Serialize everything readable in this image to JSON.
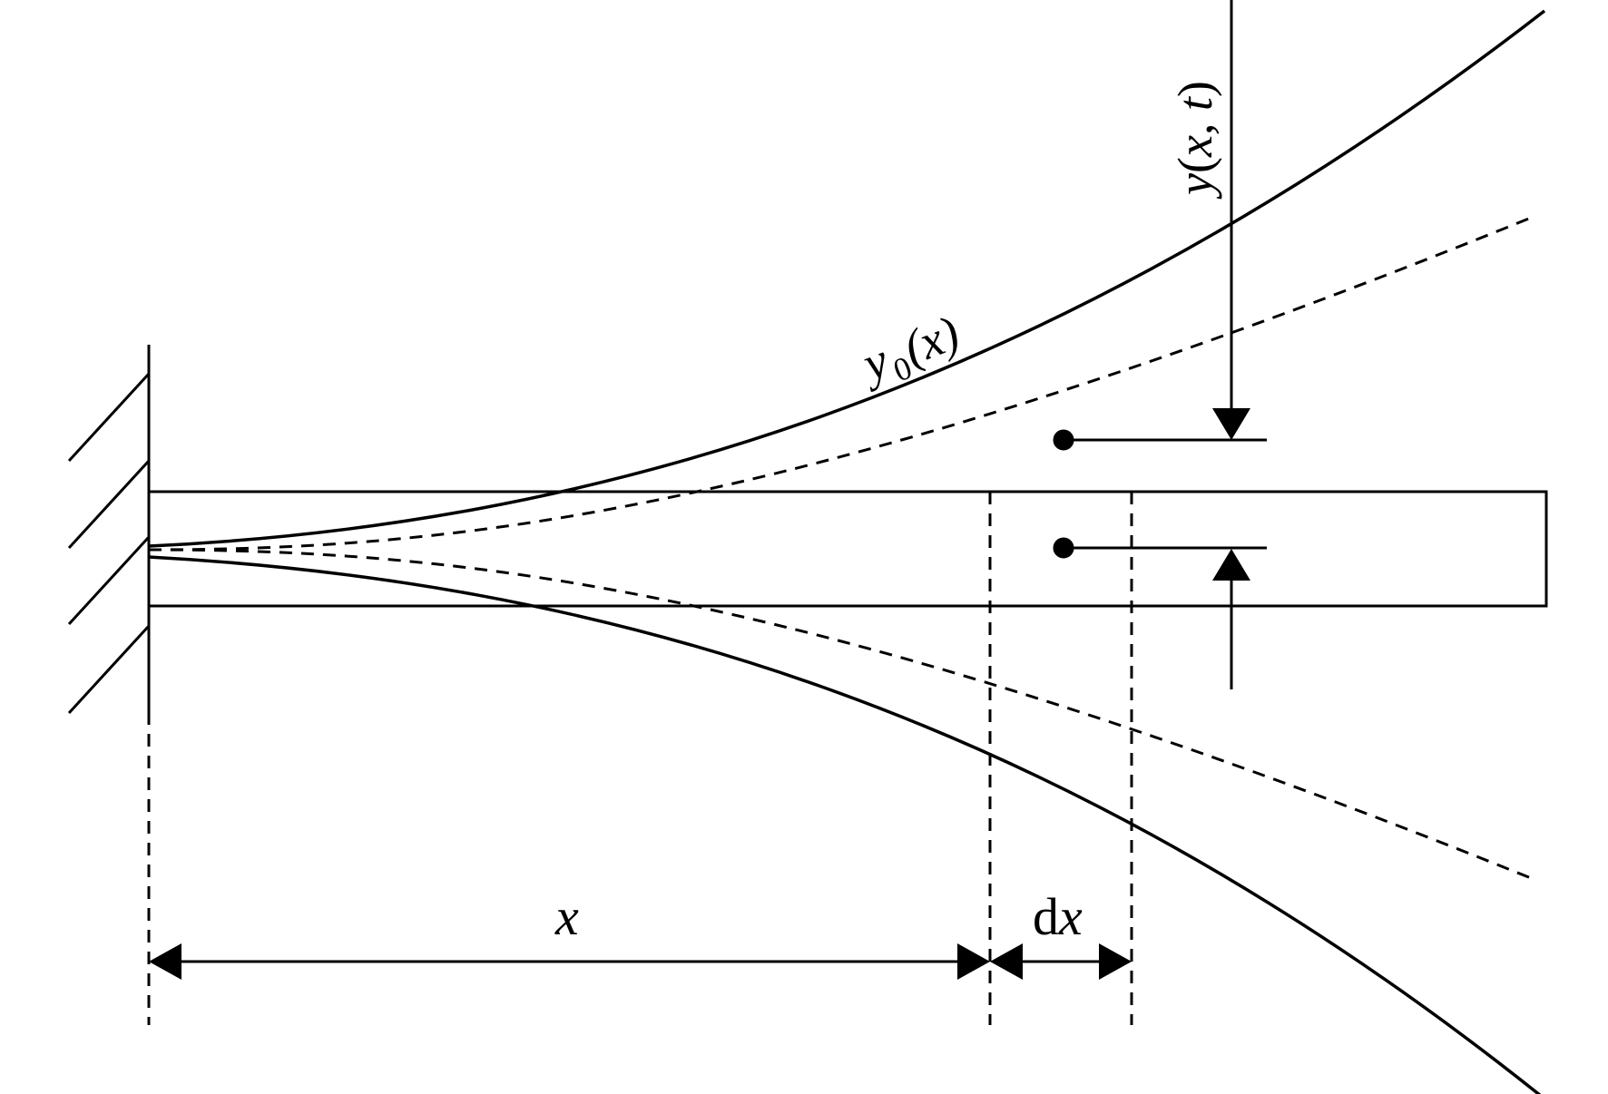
{
  "labels": {
    "envelope_label_base": "y",
    "envelope_label_sub": "0",
    "envelope_label_arg": "(x)",
    "deflection_label_var": "y",
    "deflection_label_open": "(",
    "deflection_label_args": "x, t",
    "deflection_label_close": ")",
    "position_label": "x",
    "element_label_d": "d",
    "element_label_x": "x"
  },
  "colors": {
    "stroke": "#000000",
    "background": "#ffffff"
  }
}
